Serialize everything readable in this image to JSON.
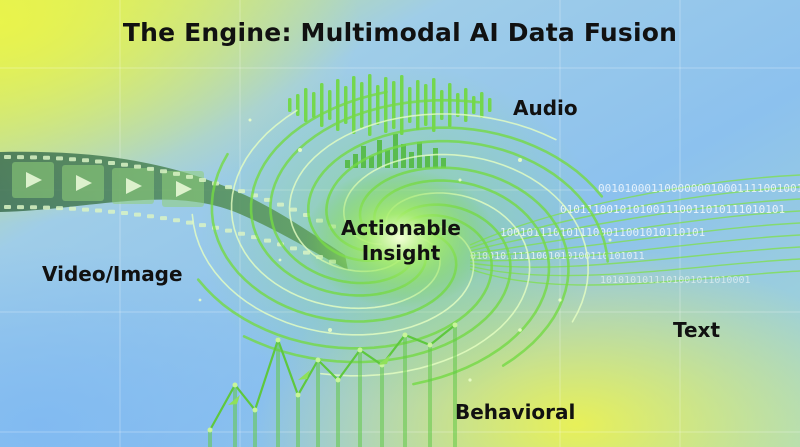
{
  "title": "The Engine: Multimodal AI Data Fusion",
  "center": {
    "line1": "Actionable",
    "line2": "Insight"
  },
  "inputs": {
    "audio": "Audio",
    "video": "Video/Image",
    "text": "Text",
    "behavioral": "Behavioral"
  },
  "binary_lines": [
    "0010100011000000010001111001001",
    "0101110010101001110011010111010101",
    "1001011101011100011001010110101",
    "01001011111001010100110101011",
    "1010101011101001011010001"
  ],
  "colors": {
    "background_blue": "#8fc3ee",
    "background_yellow": "#e6f25a",
    "swirl_green": "#7be040",
    "text": "#111111"
  }
}
